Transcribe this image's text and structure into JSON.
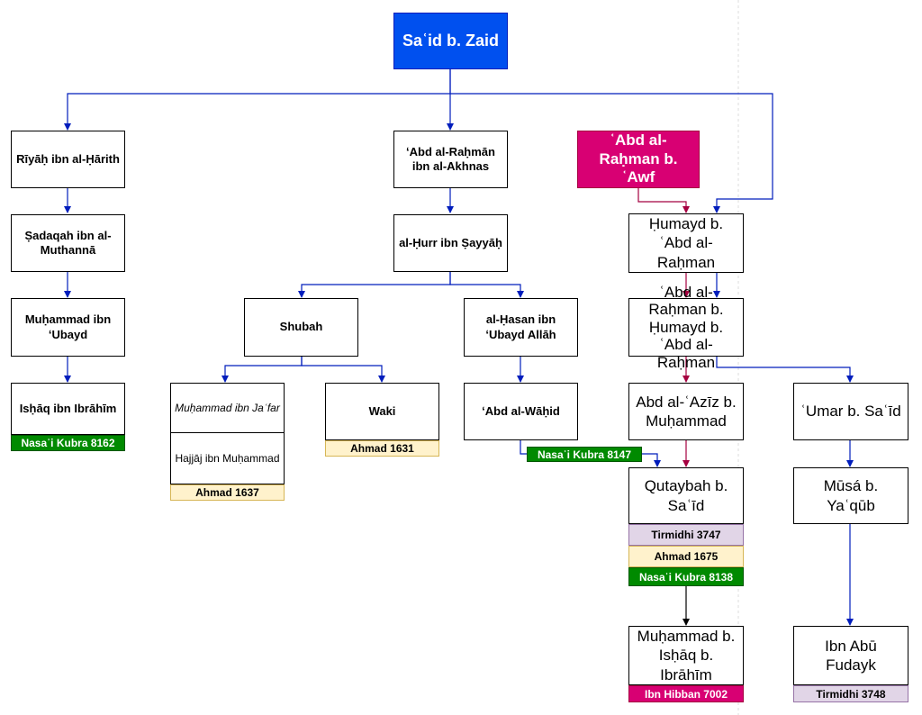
{
  "nodes": {
    "said": "Saʿid b. Zaid",
    "riyah": "Rīyāḥ ibn al-Ḥārith",
    "sadaqah": "Ṣadaqah ibn al-Muthannā",
    "muhammad_ubayd": "Muḥammad ibn ʻUbayd",
    "ishaq": "Isḥāq ibn Ibrāhīm",
    "abd_akhnas": "ʻAbd al-Raḥmān ibn al-Akhnas",
    "hurr": "al-Ḥurr ibn Ṣayyāḥ",
    "shubah": "Shubah",
    "hasan": "al-Ḥasan ibn ʻUbayd Allāh",
    "muhammad_jafar": "Muḥammad ibn Jaʿfar",
    "hajjaj": "Hajjāj ibn Muḥammad",
    "waki": "Waki",
    "abd_wahid": "ʻAbd al-Wāḥid",
    "abd_awf": "ʿAbd al-Raḥman b. ʿAwf",
    "humayd": "Ḥumayd b. ʿAbd al-Raḥman",
    "abd_humayd": "ʿAbd al-Raḥman b. Ḥumayd b. ʿAbd al-Raḥman",
    "abd_aziz": "Abd al-ʿAzīz b. Muḥammad",
    "umar": "ʿUmar b. Saʿīd",
    "qutaybah": "Qutaybah b. Saʿīd",
    "musa": "Mūsá b. Yaʿqūb",
    "muhammad_ishaq": "Muḥammad b. Isḥāq b. Ibrāhīm",
    "ibn_abu_fudayk": "Ibn Abū Fudayk"
  },
  "labels": {
    "nasai_8162": "Nasaʾi Kubra 8162",
    "ahmad_1637": "Ahmad 1637",
    "ahmad_1631": "Ahmad 1631",
    "nasai_8147": "Nasaʾi Kubra 8147",
    "tirmidhi_3747": "Tirmidhi 3747",
    "ahmad_1675": "Ahmad 1675",
    "nasai_8138": "Nasaʾi Kubra 8138",
    "ibn_hibban_7002": "Ibn Hibban 7002",
    "tirmidhi_3748": "Tirmidhi 3748"
  },
  "colors": {
    "edge_blue": "#001dbc",
    "edge_crimson": "#a50040",
    "edge_black": "#000000",
    "root_fill": "#0050ef",
    "awf_fill": "#d80073",
    "nasai_fill": "#008a00",
    "ahmad_fill": "#fff2cc",
    "tirmidhi_fill": "#e1d5e7",
    "ibn_hibban_fill": "#d80073"
  }
}
